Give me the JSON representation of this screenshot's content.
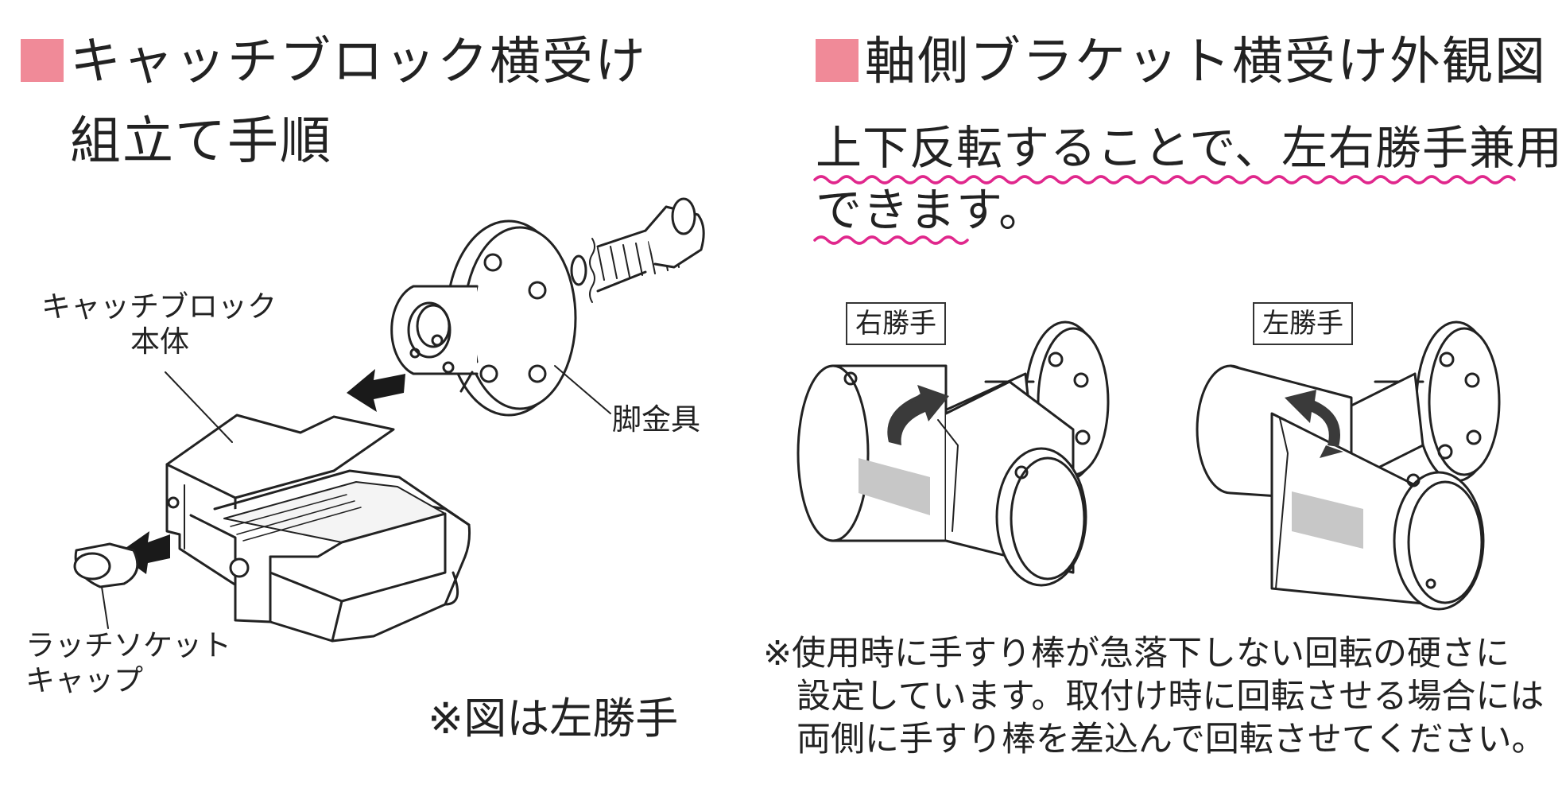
{
  "colors": {
    "heading_marker": "#f08a98",
    "wavy_underline": "#e0278c",
    "line_art": "#222222",
    "arrow_fill": "#1a1a1a",
    "band_grey": "#c7c7c7"
  },
  "left_panel": {
    "heading_line1": "キャッチブロック横受け",
    "heading_line2": "組立て手順",
    "callouts": {
      "catch_block_body_line1": "キャッチブロック",
      "catch_block_body_line2": "本体",
      "leg_fitting": "脚金具",
      "latch_socket_cap_line1": "ラッチソケット",
      "latch_socket_cap_line2": "キャップ"
    },
    "footnote": "※図は左勝手"
  },
  "right_panel": {
    "heading": "軸側ブラケット横受け外観図",
    "lead_line1": "上下反転することで、左右勝手兼用",
    "lead_line2": "できます。",
    "tags": {
      "right_hand": "右勝手",
      "left_hand": "左勝手"
    },
    "note_line1": "※使用時に手すり棒が急落下しない回転の硬さに",
    "note_line2": "設定しています。取付け時に回転させる場合には",
    "note_line3": "両側に手すり棒を差込んで回転させてください。"
  },
  "icons": [
    "heading-marker-icon",
    "assembly-arrow-icon",
    "rotation-arrow-icon"
  ]
}
